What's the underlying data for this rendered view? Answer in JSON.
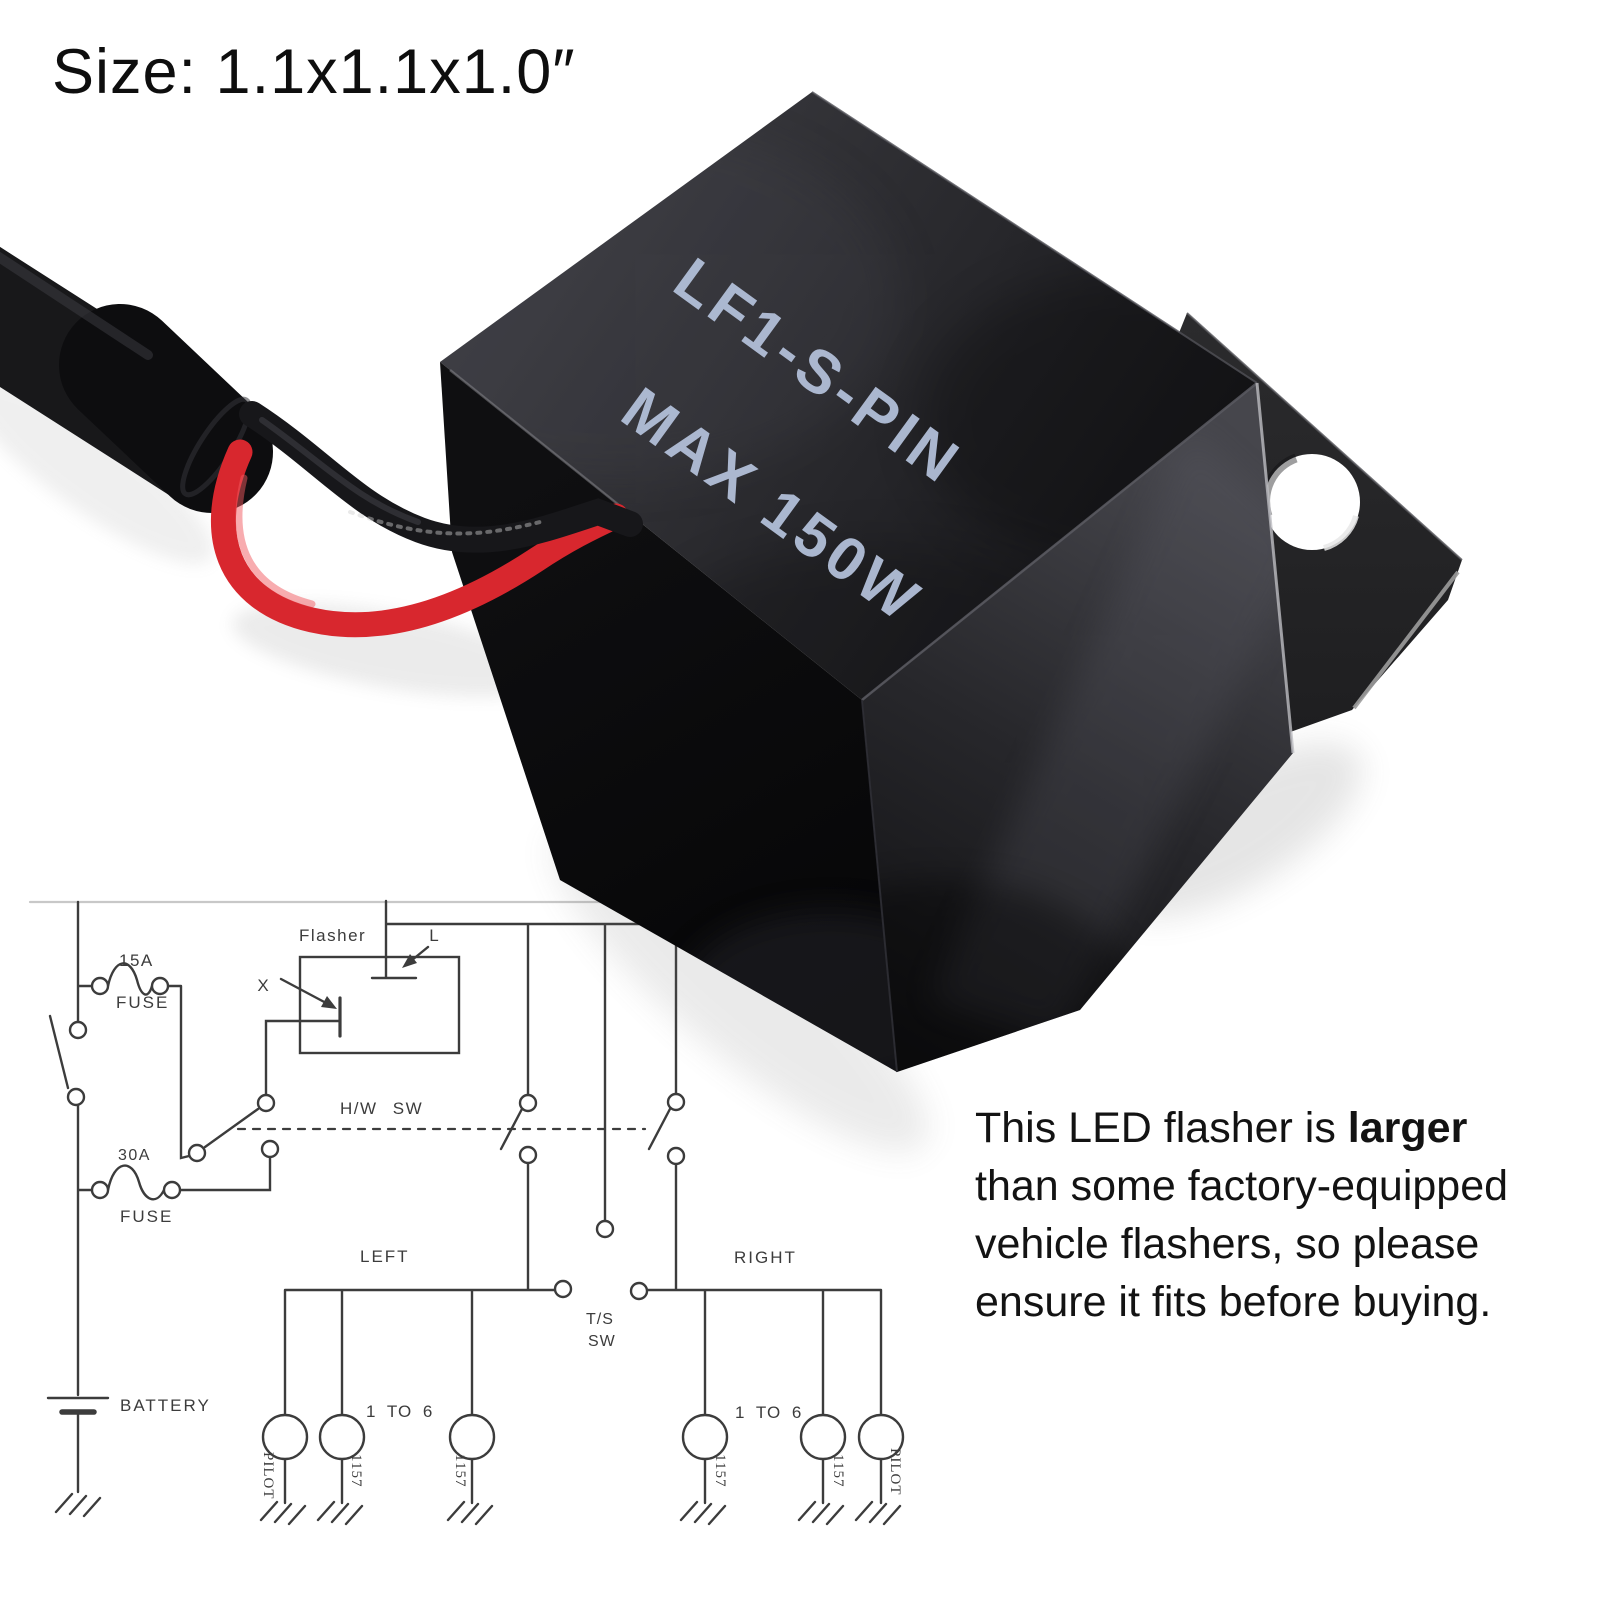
{
  "header": {
    "size_label": "Size: 1.1x1.1x1.0″"
  },
  "relay": {
    "model": "LF1-S-PIN",
    "rating": "MAX 150W"
  },
  "note": {
    "line1_normal": "This LED flasher is ",
    "line1_bold": "larger",
    "line2": "than some factory-equipped",
    "line3": "vehicle flashers, so please",
    "line4": "ensure it fits before buying."
  },
  "diagram": {
    "fuse_15a_amp": "15A",
    "fuse_15a_label": "FUSE",
    "fuse_30a_amp": "30A",
    "fuse_30a_label": "FUSE",
    "flasher_label": "Flasher",
    "terminal_x": "X",
    "terminal_l": "L",
    "hazard_switch_label": "H/W SW",
    "left_label": "LEFT",
    "right_label": "RIGHT",
    "turn_signal_switch_line1": "T/S",
    "turn_signal_switch_line2": "SW",
    "left_bulb_count": "1 TO 6",
    "right_bulb_count": "1 TO 6",
    "battery_label": "BATTERY",
    "bulb_labels": [
      "PILOT",
      "1157",
      "1157",
      "1157",
      "1157",
      "PILOT"
    ]
  },
  "colors": {
    "wire_red": "#d8272e",
    "relay_label": "#b2bfd8",
    "schematic_ink": "#3c3c3c"
  }
}
